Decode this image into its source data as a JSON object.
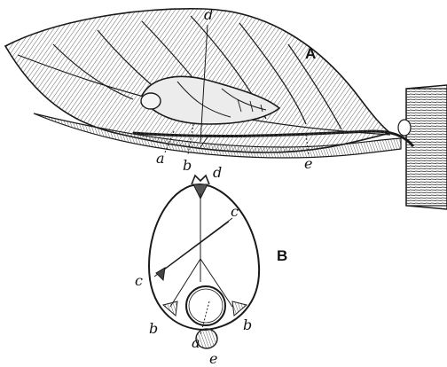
{
  "figure_a": {
    "panel_label": "A",
    "labels": {
      "a": "a",
      "b": "b",
      "d": "d",
      "e": "e"
    }
  },
  "figure_b": {
    "panel_label": "B",
    "labels": {
      "a": "a",
      "b_left": "b",
      "b_right": "b",
      "c_top": "c",
      "c_left": "c",
      "d": "d",
      "e": "e"
    }
  },
  "colors": {
    "ink": "#1a1a1a",
    "leaf_shade": "#9a9a9a",
    "background": "#ffffff"
  }
}
